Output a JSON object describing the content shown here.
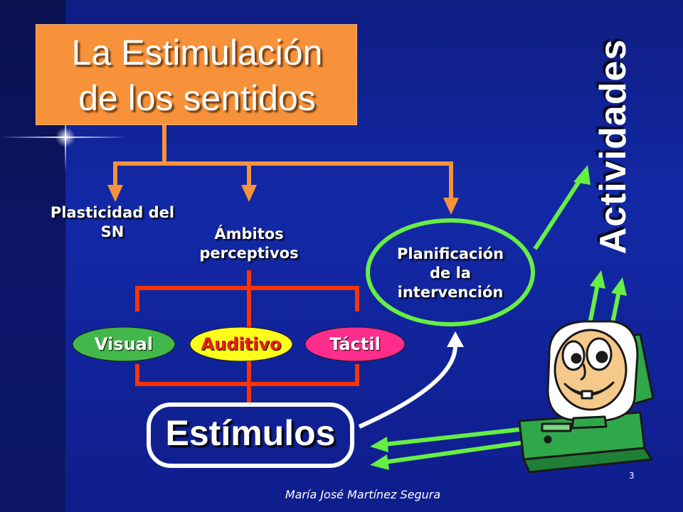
{
  "title": {
    "line1": "La Estimulación",
    "line2": "de los sentidos"
  },
  "branches": {
    "plasticidad": "Plasticidad del SN",
    "ambitos": "Ámbitos perceptivos",
    "planificacion": "Planificación de la intervención"
  },
  "senses": [
    {
      "label": "Visual",
      "fill": "#43b84a",
      "text_color": "#ffffff"
    },
    {
      "label": "Auditivo",
      "fill": "#ffff1a",
      "text_color": "#e82020"
    },
    {
      "label": "Táctil",
      "fill": "#ff2d8c",
      "text_color": "#ffffff"
    }
  ],
  "estimulos": "Estímulos",
  "actividades": "Actividades",
  "page_number": "3",
  "footer": "María José Martínez Segura",
  "colors": {
    "background": "#1229a6",
    "title_box": "#f7923a",
    "orange_connector": "#f7923a",
    "red_connector": "#ff3300",
    "green_arrow": "#66ee44",
    "white_outline": "#ffffff",
    "computer_body": "#2fa84a"
  },
  "icons": {
    "computer": "cartoon-computer-icon",
    "sparkle": "sparkle-star-icon"
  }
}
